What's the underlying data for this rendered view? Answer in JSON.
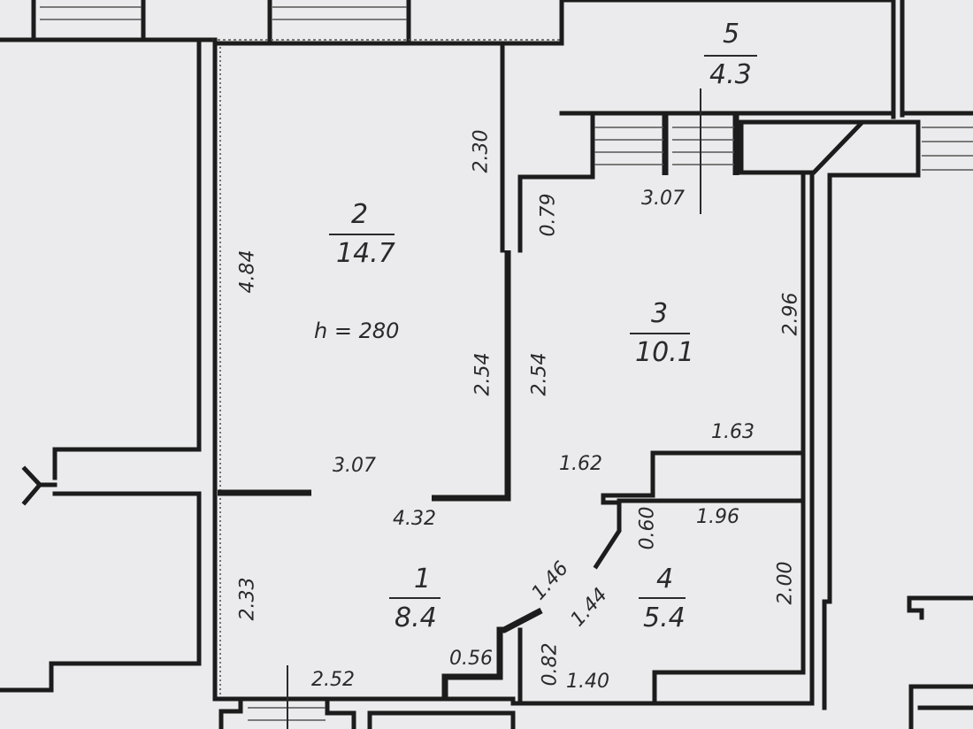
{
  "rooms": [
    {
      "number": "1",
      "area": "8.4"
    },
    {
      "number": "2",
      "area": "14.7"
    },
    {
      "number": "3",
      "area": "10.1"
    },
    {
      "number": "4",
      "area": "5.4"
    },
    {
      "number": "5",
      "area": "4.3"
    }
  ],
  "ceiling_height": "h = 280",
  "dimensions": {
    "d_4_84": "4.84",
    "d_2_30": "2.30",
    "d_0_79": "0.79",
    "d_3_07_top": "3.07",
    "d_2_96": "2.96",
    "d_2_54_left": "2.54",
    "d_2_54_right": "2.54",
    "d_3_07_mid": "3.07",
    "d_1_62": "1.62",
    "d_1_63": "1.63",
    "d_4_32": "4.32",
    "d_0_60": "0.60",
    "d_1_96": "1.96",
    "d_2_33": "2.33",
    "d_1_46": "1.46",
    "d_1_44": "1.44",
    "d_2_00": "2.00",
    "d_0_56": "0.56",
    "d_0_82": "0.82",
    "d_1_40": "1.40",
    "d_2_52": "2.52"
  }
}
